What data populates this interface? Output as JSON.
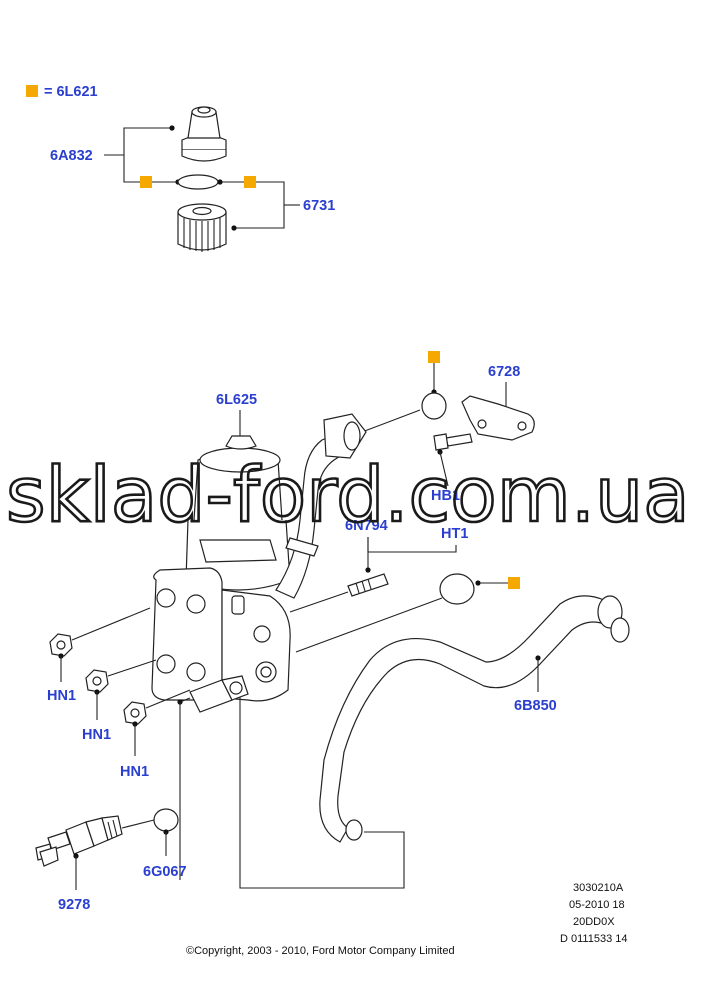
{
  "legend": {
    "symbol": "orange-square",
    "text": "= 6L621",
    "color": "#f5a800"
  },
  "labels": {
    "l_6A832": "6A832",
    "l_6731": "6731",
    "l_6728": "6728",
    "l_6L625": "6L625",
    "l_HB1": "HB1",
    "l_6N794": "6N794",
    "l_HT1": "HT1",
    "l_HN1_a": "HN1",
    "l_HN1_b": "HN1",
    "l_HN1_c": "HN1",
    "l_6B850": "6B850",
    "l_6G067": "6G067",
    "l_9278": "9278"
  },
  "watermark": "sklad-ford.com.ua",
  "info_block": [
    "3030210A",
    "05-2010 18",
    "20DD0X",
    "D 0111533 14"
  ],
  "copyright": "©Copyright, 2003 - 2010, Ford Motor Company Limited",
  "colors": {
    "label": "#2a3fcf",
    "accent": "#f5a800",
    "line": "#222222"
  }
}
